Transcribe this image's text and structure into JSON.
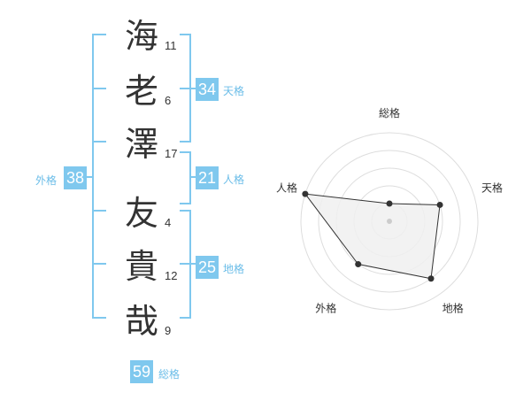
{
  "name": {
    "chars": [
      {
        "char": "海",
        "strokes": "11"
      },
      {
        "char": "老",
        "strokes": "6"
      },
      {
        "char": "澤",
        "strokes": "17"
      },
      {
        "char": "友",
        "strokes": "4"
      },
      {
        "char": "貴",
        "strokes": "12"
      },
      {
        "char": "哉",
        "strokes": "9"
      }
    ]
  },
  "fortune": {
    "tenkaku": {
      "value": "34",
      "label": "天格"
    },
    "jinkaku": {
      "value": "21",
      "label": "人格"
    },
    "chikaku": {
      "value": "25",
      "label": "地格"
    },
    "gaikaku": {
      "value": "38",
      "label": "外格"
    },
    "soukaku": {
      "value": "59",
      "label": "総格"
    }
  },
  "radar": {
    "axes": [
      "総格",
      "天格",
      "地格",
      "外格",
      "人格"
    ],
    "levels": [
      1,
      3,
      4,
      3,
      5
    ],
    "max": 5,
    "colors": {
      "ring": "#dddddd",
      "fill": "#f0f0f0",
      "line": "#333333",
      "center": "#cccccc"
    }
  },
  "colors": {
    "accent": "#7fc8ee",
    "bracket": "#7fc8ee",
    "text": "#333333"
  }
}
